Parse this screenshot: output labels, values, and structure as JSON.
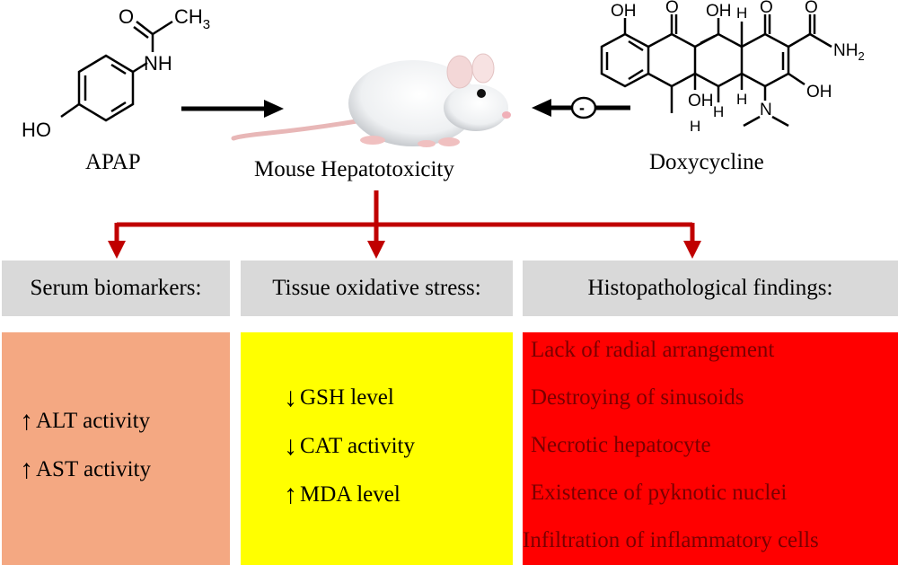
{
  "top": {
    "apap": {
      "caption": "APAP",
      "atoms": {
        "carbonyl_o": "O",
        "methyl": "CH",
        "methyl_sub": "3",
        "amide_nh": "NH",
        "hydroxyl": "HO"
      }
    },
    "mouse": {
      "caption": "Mouse Hepatotoxicity"
    },
    "doxycycline": {
      "caption": "Doxycycline",
      "atoms": {
        "oh1": "OH",
        "o1": "O",
        "oh2": "OH",
        "h_top": "H",
        "o2": "O",
        "o3": "O",
        "nh2": "NH",
        "nh2_sub": "2",
        "oh3": "OH",
        "oh4": "OH",
        "h1": "H",
        "h2": "H",
        "h3": "H",
        "n": "N"
      },
      "inhibition_sign": "-"
    }
  },
  "headers": [
    {
      "label": "Serum biomarkers:"
    },
    {
      "label": "Tissue oxidative stress:"
    },
    {
      "label": "Histopathological findings:"
    }
  ],
  "panels": {
    "serum": {
      "color": "#f4a882",
      "items": [
        {
          "arrow": "up",
          "text": "ALT activity"
        },
        {
          "arrow": "up",
          "text": "AST activity"
        }
      ]
    },
    "oxidative": {
      "color": "#ffff00",
      "items": [
        {
          "arrow": "down",
          "text": "GSH level"
        },
        {
          "arrow": "down",
          "text": "CAT activity"
        },
        {
          "arrow": "up",
          "text": "MDA level"
        }
      ]
    },
    "histo": {
      "color": "#ff0000",
      "items": [
        {
          "text": "Lack of radial arrangement"
        },
        {
          "text": "Destroying of sinusoids"
        },
        {
          "text": "Necrotic hepatocyte"
        },
        {
          "text": "Existence of pyknotic nuclei"
        },
        {
          "text": "Infiltration of inflammatory cells"
        }
      ]
    }
  },
  "colors": {
    "connector": "#c00000",
    "header_bg": "#d9d9d9"
  },
  "icons": {
    "up": "up-arrow-icon",
    "down": "down-arrow-icon"
  }
}
